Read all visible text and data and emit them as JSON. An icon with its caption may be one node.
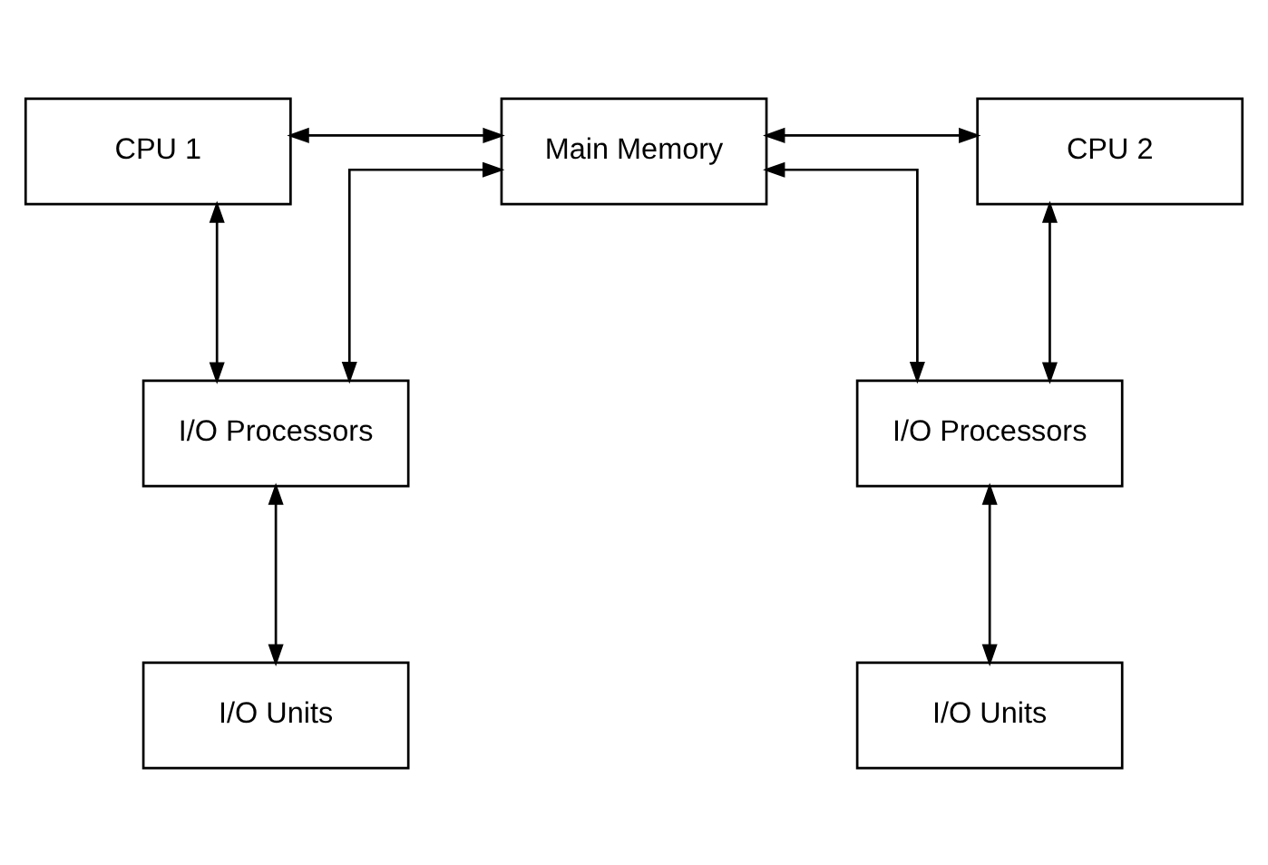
{
  "diagram": {
    "nodes": [
      {
        "text": [
          "CPU 1"
        ]
      },
      {
        "text": [
          "Main Memory"
        ]
      },
      {
        "text": [
          "CPU 2"
        ]
      },
      {
        "text": [
          "I/O Processors"
        ]
      },
      {
        "text": [
          "I/O Processors"
        ]
      },
      {
        "text": [
          "I/O Units"
        ]
      },
      {
        "text": [
          "I/O Units"
        ]
      }
    ],
    "edges": [
      {
        "from": 0,
        "to": 1,
        "arrow": "both"
      },
      {
        "from": 1,
        "to": 2,
        "arrow": "both"
      },
      {
        "from": 0,
        "to": 3,
        "arrow": "both"
      },
      {
        "from": 1,
        "to": 3,
        "arrow": "both"
      },
      {
        "from": 1,
        "to": 4,
        "arrow": "both"
      },
      {
        "from": 2,
        "to": 4,
        "arrow": "both"
      },
      {
        "from": 3,
        "to": 5,
        "arrow": "both"
      },
      {
        "from": 4,
        "to": 6,
        "arrow": "both"
      }
    ]
  }
}
